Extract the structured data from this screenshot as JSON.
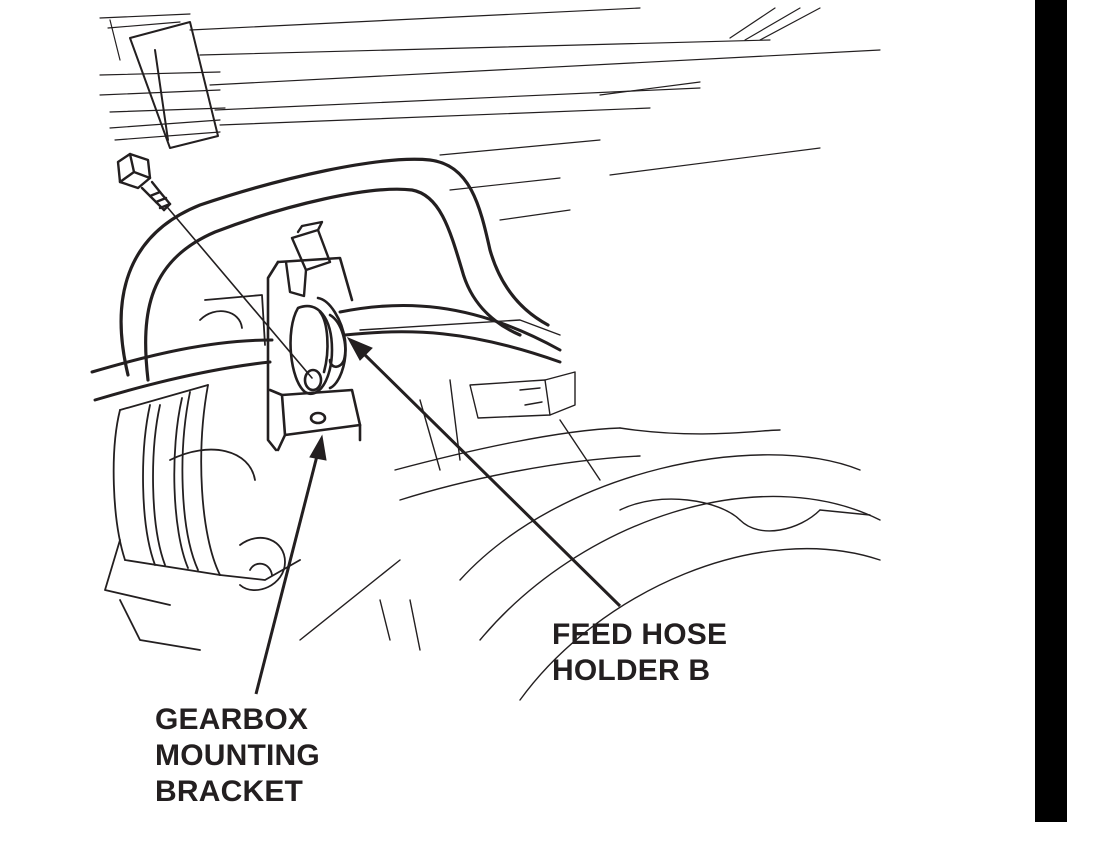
{
  "labels": {
    "feed_hose_holder": {
      "line1": "FEED HOSE",
      "line2": "HOLDER B"
    },
    "gearbox_mounting_bracket": {
      "line1": "GEARBOX",
      "line2": "MOUNTING",
      "line3": "BRACKET"
    }
  },
  "colors": {
    "ink": "#231f20",
    "background": "#ffffff",
    "border_bar": "#000000"
  },
  "icons": [
    "bolt-icon",
    "leader-arrow-icon"
  ]
}
